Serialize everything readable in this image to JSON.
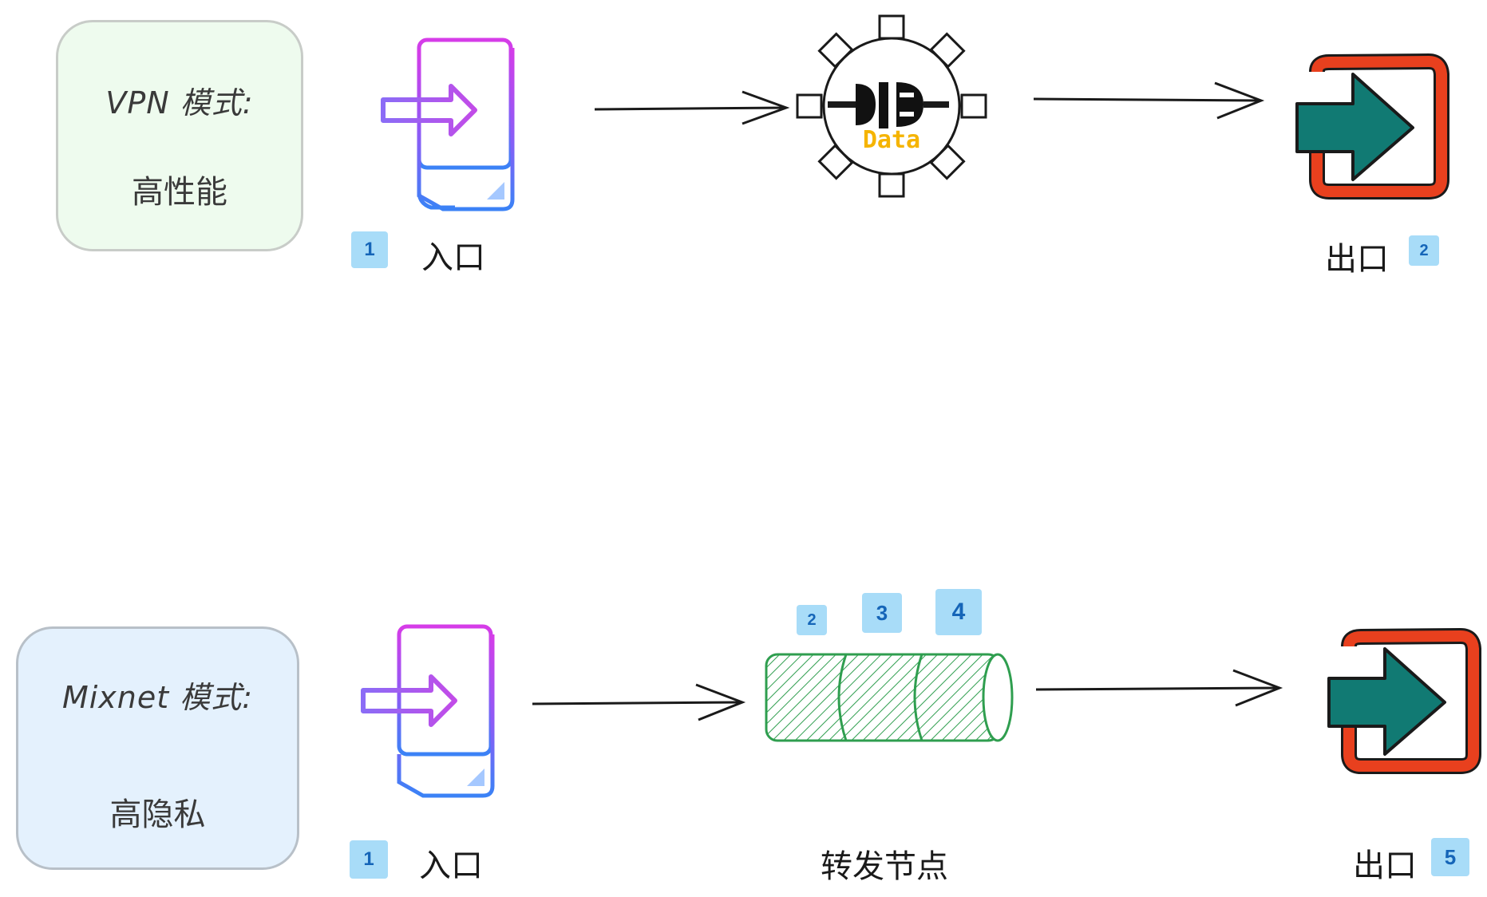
{
  "vpn": {
    "title": "VPN 模式:",
    "subtitle": "高性能",
    "entry_label": "入口",
    "entry_step": "1",
    "exit_label": "出口",
    "exit_step": "2",
    "data_label": "Data"
  },
  "mixnet": {
    "title": "Mixnet 模式:",
    "subtitle": "高隐私",
    "entry_label": "入口",
    "entry_step": "1",
    "relay_label": "转发节点",
    "relay_steps": [
      "2",
      "3",
      "4"
    ],
    "exit_label": "出口",
    "exit_step": "5"
  },
  "colors": {
    "vpn_box": "#eefbee",
    "mixnet_box": "#e4f1fd",
    "badge": "#a8dcf8",
    "badge_text": "#1565b8",
    "exit_red": "#e8401e",
    "exit_teal": "#117a73",
    "relay_green": "#2f9e4f",
    "data_yellow": "#f5b400"
  },
  "icons": [
    "entry-file-icon",
    "plug-gear-icon",
    "exit-door-icon",
    "relay-cylinder-icon"
  ]
}
